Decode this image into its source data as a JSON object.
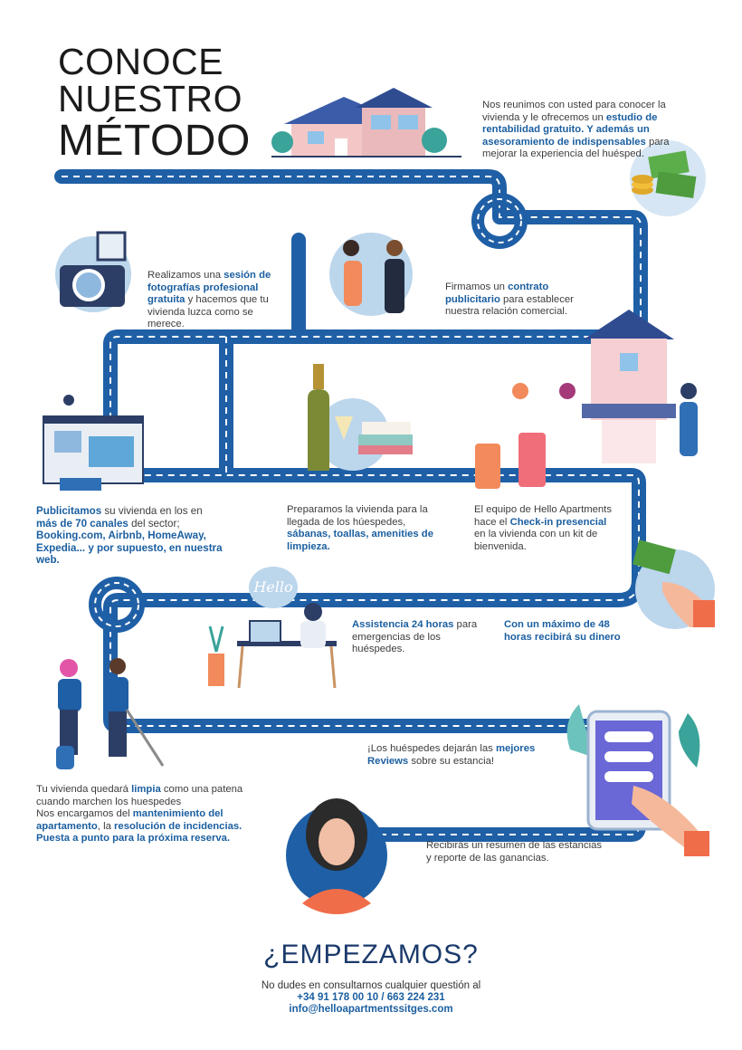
{
  "title": {
    "line1": "CONOCE",
    "line2": "NUESTRO",
    "line3": "MÉTODO"
  },
  "steps": {
    "s1": {
      "a": "Nos reunimos con usted para conocer la vivienda y le ofrecemos un ",
      "b": "estudio de rentabilidad gratuito.  Y además un asesoramiento de indispensables",
      "c": " para mejorar la experiencia del huésped."
    },
    "s2": {
      "a": "Firmamos un ",
      "b": "contrato publicitario",
      "c": " para establecer nuestra relación comercial."
    },
    "s3": {
      "a": "Realizamos una ",
      "b": "sesión de fotografías profesional gratuita",
      "c": " y hacemos que tu vivienda luzca como se merece."
    },
    "s4": {
      "a": "Publicitamos",
      "b": "  su vivienda en los en ",
      "c": "más de 70 canales",
      "d": " del sector; ",
      "e": "Booking.com, Airbnb, HomeAway, Expedia... y por supuesto, en nuestra web."
    },
    "s5": {
      "a": "Preparamos la vivienda para la llegada de los húespedes, ",
      "b": "sábanas, toallas, amenities de limpieza."
    },
    "s6": {
      "a": "El equipo de Hello Apartments hace el ",
      "b": "Check-in presencial",
      "c": " en la vivienda con un kit de bienvenida."
    },
    "s7": {
      "a": "Assistencia 24 horas",
      "b": " para emergencias de los huéspedes."
    },
    "s8": {
      "a": "Con un máximo de 48 horas recibirá su dinero"
    },
    "s9": {
      "a": "¡Los huéspedes dejarán las ",
      "b": "mejores Reviews",
      "c": " sobre su estancia!"
    },
    "s10": {
      "a": "Tu vivienda quedará ",
      "b": "limpia",
      "c": " como una patena cuando marchen los huespedes",
      "d": "Nos encargamos del ",
      "e": "mantenimiento del apartamento",
      "f": ", la ",
      "g": "resolución de incidencias. Puesta a punto para la próxima reserva."
    },
    "s11": {
      "a": "Recibirás un resumen de las estancias y reporte de las ganancias."
    }
  },
  "hello_label": "Hello",
  "cta": "¿EMPEZAMOS?",
  "contact": {
    "line1": "No dudes en consultarnos cualquier questión al",
    "phone": "+34 91 178 00 10 / 663 224 231",
    "email": "info@helloapartmentssitges.com"
  },
  "colors": {
    "road": "#1f5fa6",
    "accent": "#1b5fa0",
    "bubble": "#bcd6ec",
    "title": "#1b1b1b"
  }
}
